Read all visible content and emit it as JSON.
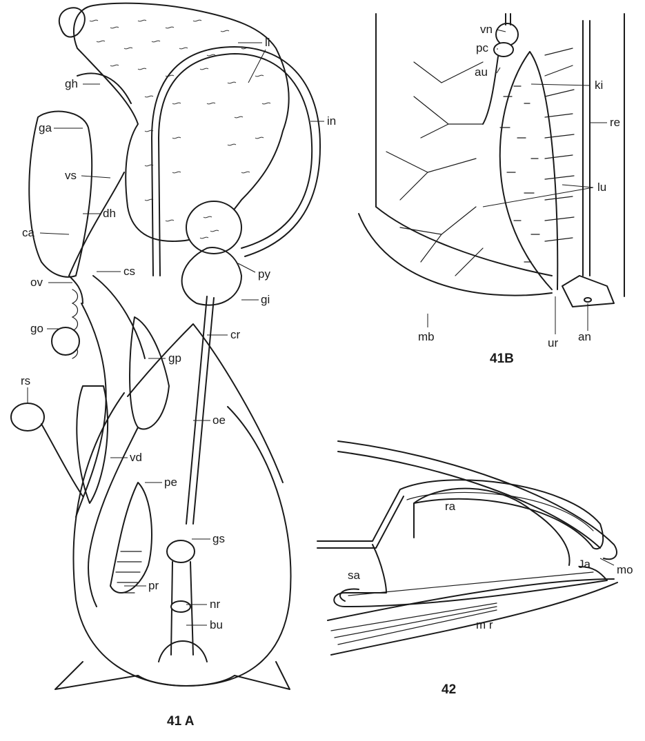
{
  "figures": [
    {
      "caption": "41 A",
      "labels": [
        "li",
        "gh",
        "ga",
        "in",
        "vs",
        "dh",
        "ca",
        "cs",
        "ov",
        "py",
        "gi",
        "go",
        "cr",
        "gp",
        "rs",
        "oe",
        "vd",
        "pe",
        "gs",
        "nr",
        "pr",
        "bu"
      ]
    },
    {
      "caption": "41B",
      "labels": [
        "vn",
        "pc",
        "au",
        "ki",
        "re",
        "lu",
        "mb",
        "ur",
        "an"
      ]
    },
    {
      "caption": "42",
      "labels": [
        "ra",
        "sa",
        "Ja",
        "mo",
        "m r"
      ]
    }
  ],
  "colors": {
    "ink": "#1a1a1a",
    "paper": "#ffffff"
  }
}
